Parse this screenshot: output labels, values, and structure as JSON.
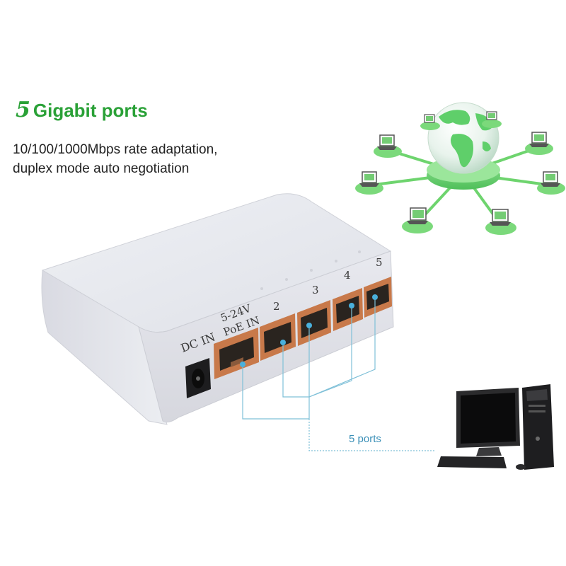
{
  "headline": {
    "number": "5",
    "text": "Gigabit ports"
  },
  "description": {
    "line1": "10/100/1000Mbps rate adaptation,",
    "line2": "duplex mode auto negotiation"
  },
  "callout": {
    "label": "5 ports"
  },
  "device": {
    "power_label": "DC IN",
    "poe_label_line1": "5-24V",
    "poe_label_line2": "PoE IN",
    "port_numbers": [
      "2",
      "3",
      "4",
      "5"
    ]
  },
  "colors": {
    "headline": "#2aa137",
    "network_green": "#6ed46e",
    "port_orange": "#c8794a",
    "callout_line": "#7fc0d8",
    "housing": "#e4e5ec"
  },
  "icons": [
    "globe-icon",
    "laptop-icon",
    "desktop-computer-icon",
    "network-switch"
  ]
}
